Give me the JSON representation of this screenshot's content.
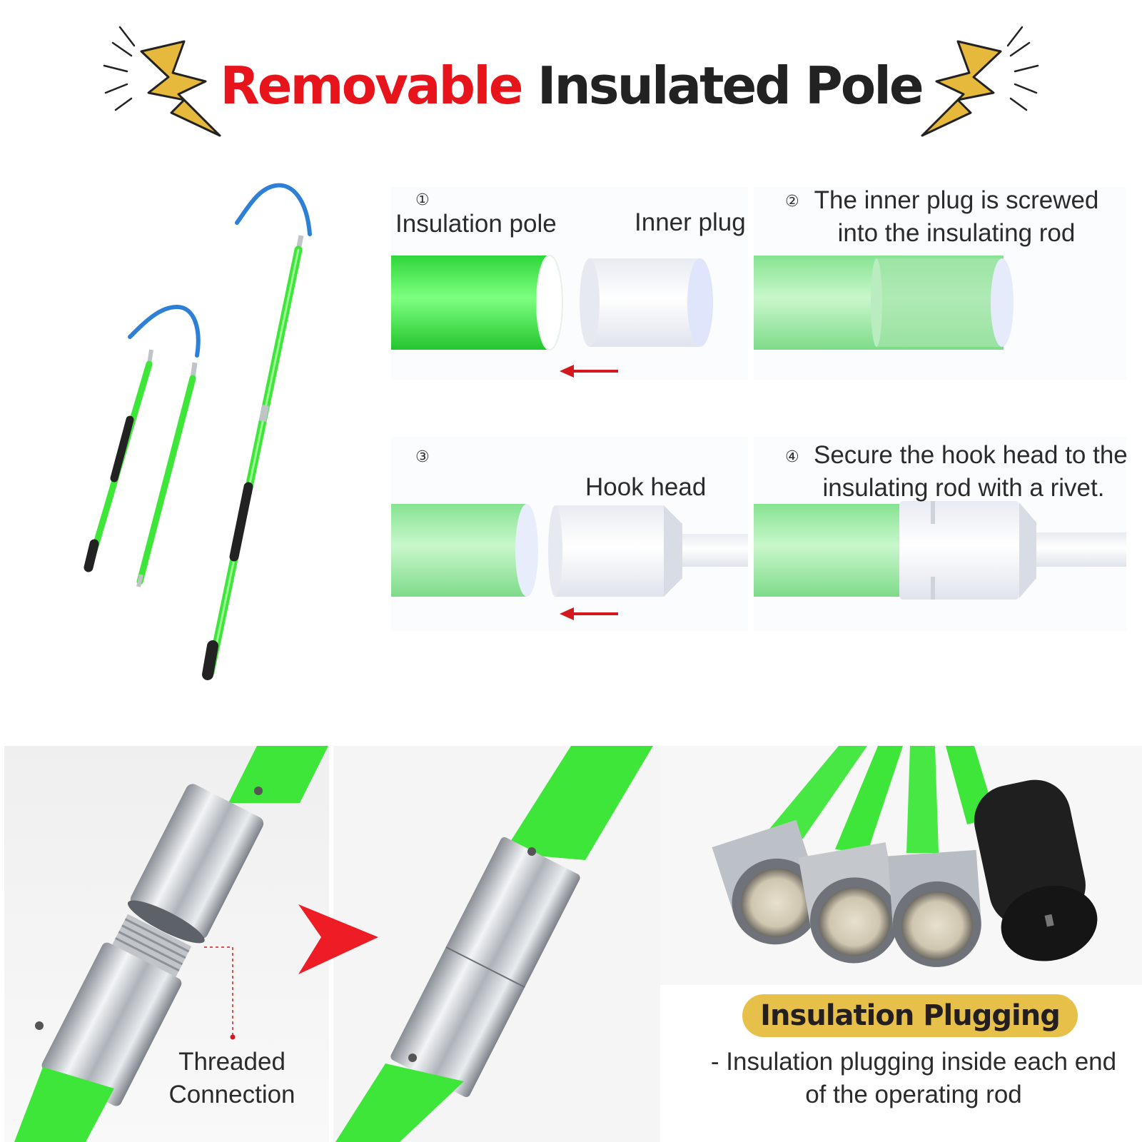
{
  "header": {
    "title_highlight": "Removable",
    "title_rest": "Insulated Pole",
    "colors": {
      "highlight": "#e8141b",
      "rest": "#222222",
      "bolt": "#e6b83c"
    },
    "decor_icons": [
      "lightning-bolt-icon",
      "lightning-bolt-icon"
    ]
  },
  "steps": [
    {
      "number": "①",
      "labels": [
        "Insulation pole",
        "Inner plug"
      ],
      "arrow": "red-arrow-left-icon"
    },
    {
      "number": "②",
      "text_lines": [
        "The inner plug is screwed",
        "into the insulating rod"
      ]
    },
    {
      "number": "③",
      "labels": [
        "Hook head"
      ],
      "arrow": "red-arrow-left-icon"
    },
    {
      "number": "④",
      "text_lines": [
        "Secure the hook head to the",
        "insulating rod with a rivet."
      ]
    }
  ],
  "connection": {
    "label_lines": [
      "Threaded",
      "Connection"
    ],
    "arrow": "red-triangle-arrow-icon",
    "colors": {
      "pole": "#3ee63a",
      "metal": "#c8ccd1",
      "arrow": "#ee1c24"
    }
  },
  "plugging": {
    "badge": "Insulation Plugging",
    "desc_lines": [
      "- Insulation plugging inside each end",
      "of the operating rod"
    ],
    "badge_color": "#e7c04a"
  }
}
